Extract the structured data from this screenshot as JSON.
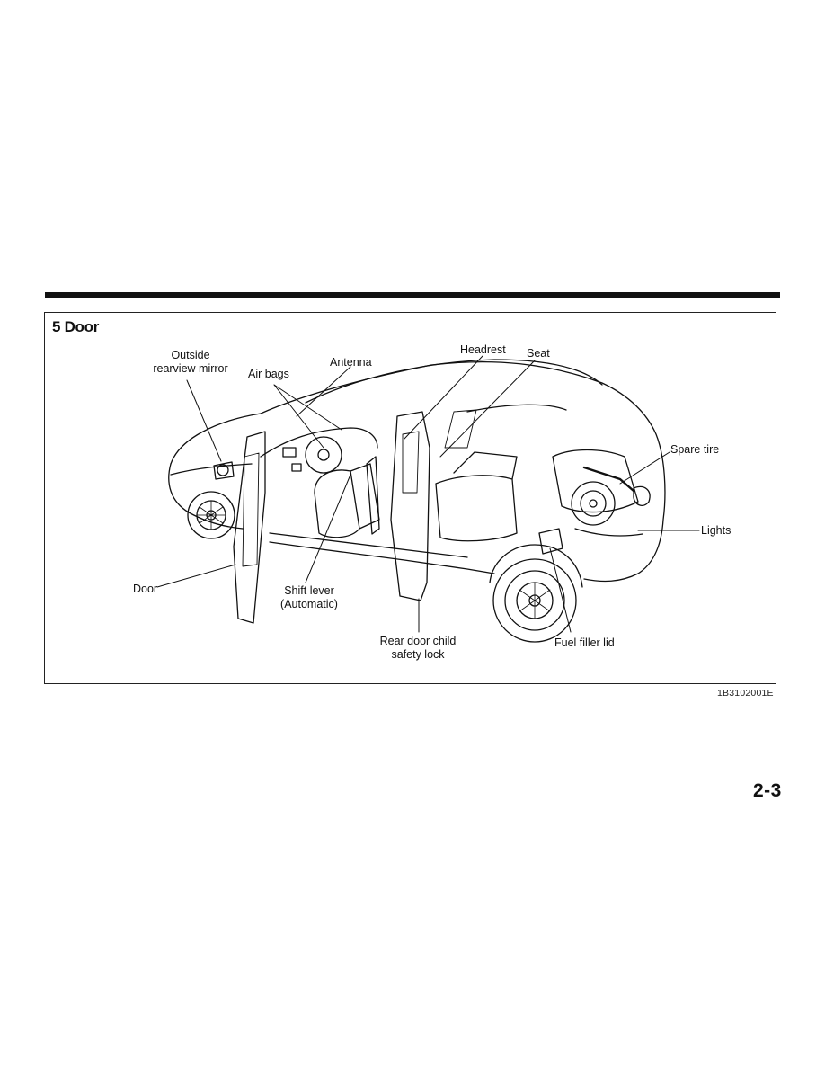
{
  "section": {
    "title": "5 Door"
  },
  "callouts": {
    "outside_mirror": [
      "Outside",
      "rearview mirror"
    ],
    "air_bags": "Air bags",
    "antenna": "Antenna",
    "headrest": "Headrest",
    "seat": "Seat",
    "spare_tire": "Spare tire",
    "lights": "Lights",
    "door": "Door",
    "shift_lever": [
      "Shift lever",
      "(Automatic)"
    ],
    "rear_door_lock": [
      "Rear door child",
      "safety lock"
    ],
    "fuel_filler": "Fuel filler lid"
  },
  "figure_code": "1B3102001E",
  "page_number": "2-3",
  "colors": {
    "ink": "#111111",
    "paper": "#ffffff"
  },
  "icons": {
    "car": "car-illustration-icon"
  }
}
